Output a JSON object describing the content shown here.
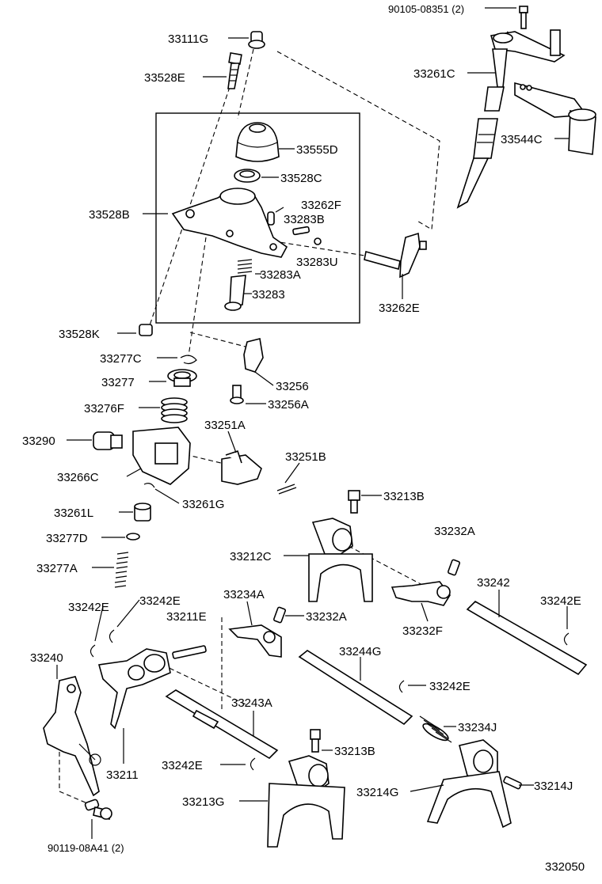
{
  "labels": {
    "p90105": "90105-08351 (2)",
    "p33111G": "33111G",
    "p33528E": "33528E",
    "p33261C": "33261C",
    "p33544C": "33544C",
    "p33555D": "33555D",
    "p33528C": "33528C",
    "p33528B": "33528B",
    "p33262F": "33262F",
    "p33283B": "33283B",
    "p33283U": "33283U",
    "p33283A": "33283A",
    "p33283": "33283",
    "p33262E": "33262E",
    "p33528K": "33528K",
    "p33277C": "33277C",
    "p33256": "33256",
    "p33277": "33277",
    "p33256A": "33256A",
    "p33276F": "33276F",
    "p33251A": "33251A",
    "p33290": "33290",
    "p33251B": "33251B",
    "p33266C": "33266C",
    "p33261G": "33261G",
    "p33213B_top": "33213B",
    "p33261L": "33261L",
    "p33232A_top": "33232A",
    "p33277D": "33277D",
    "p33212C": "33212C",
    "p33277A": "33277A",
    "p33242": "33242",
    "p33242E_a": "33242E",
    "p33242E_b": "33242E",
    "p33234A": "33234A",
    "p33232A_mid": "33232A",
    "p33232F": "33232F",
    "p33242E_c": "33242E",
    "p33211E": "33211E",
    "p33240": "33240",
    "p33244G": "33244G",
    "p33242E_d": "33242E",
    "p33243A": "33243A",
    "p33234J": "33234J",
    "p33213B_bot": "33213B",
    "p33211": "33211",
    "p33242E_e": "33242E",
    "p33214G": "33214G",
    "p33214J": "33214J",
    "p33213G": "33213G",
    "p90119": "90119-08A41 (2)",
    "diagram_id": "332050"
  }
}
